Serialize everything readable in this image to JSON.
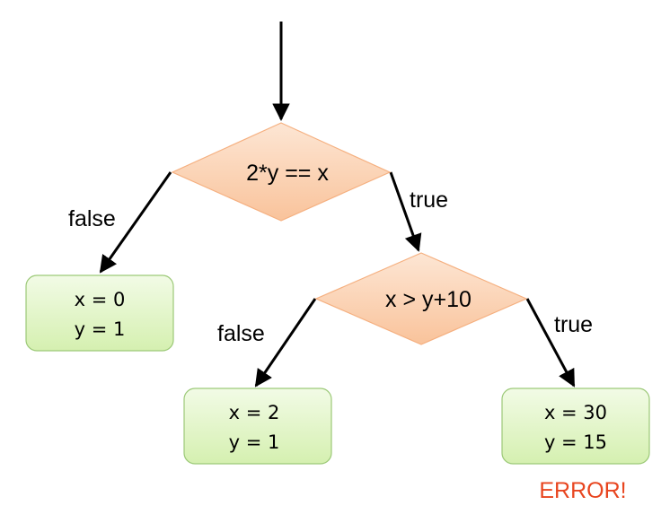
{
  "colors": {
    "diamond_fill_light": "#fde6d4",
    "diamond_fill_dark": "#f9c39b",
    "diamond_stroke": "#f5b080",
    "box_fill_light": "#f2fbe6",
    "box_fill_dark": "#d5f0b0",
    "box_stroke": "#9cc978",
    "arrow": "#000000",
    "error": "#e8451f"
  },
  "decisions": [
    {
      "id": "d1",
      "label": "2*y == x"
    },
    {
      "id": "d2",
      "label": "x > y+10"
    }
  ],
  "edges": [
    {
      "from": "start",
      "to": "d1",
      "label": ""
    },
    {
      "from": "d1",
      "to": "s1",
      "label": "false"
    },
    {
      "from": "d1",
      "to": "d2",
      "label": "true"
    },
    {
      "from": "d2",
      "to": "s2",
      "label": "false"
    },
    {
      "from": "d2",
      "to": "s3",
      "label": "true"
    }
  ],
  "states": [
    {
      "id": "s1",
      "lines": [
        "x = 0",
        "y = 1"
      ]
    },
    {
      "id": "s2",
      "lines": [
        "x = 2",
        "y = 1"
      ]
    },
    {
      "id": "s3",
      "lines": [
        "x = 30",
        "y = 15"
      ]
    }
  ],
  "error_label": "ERROR!"
}
